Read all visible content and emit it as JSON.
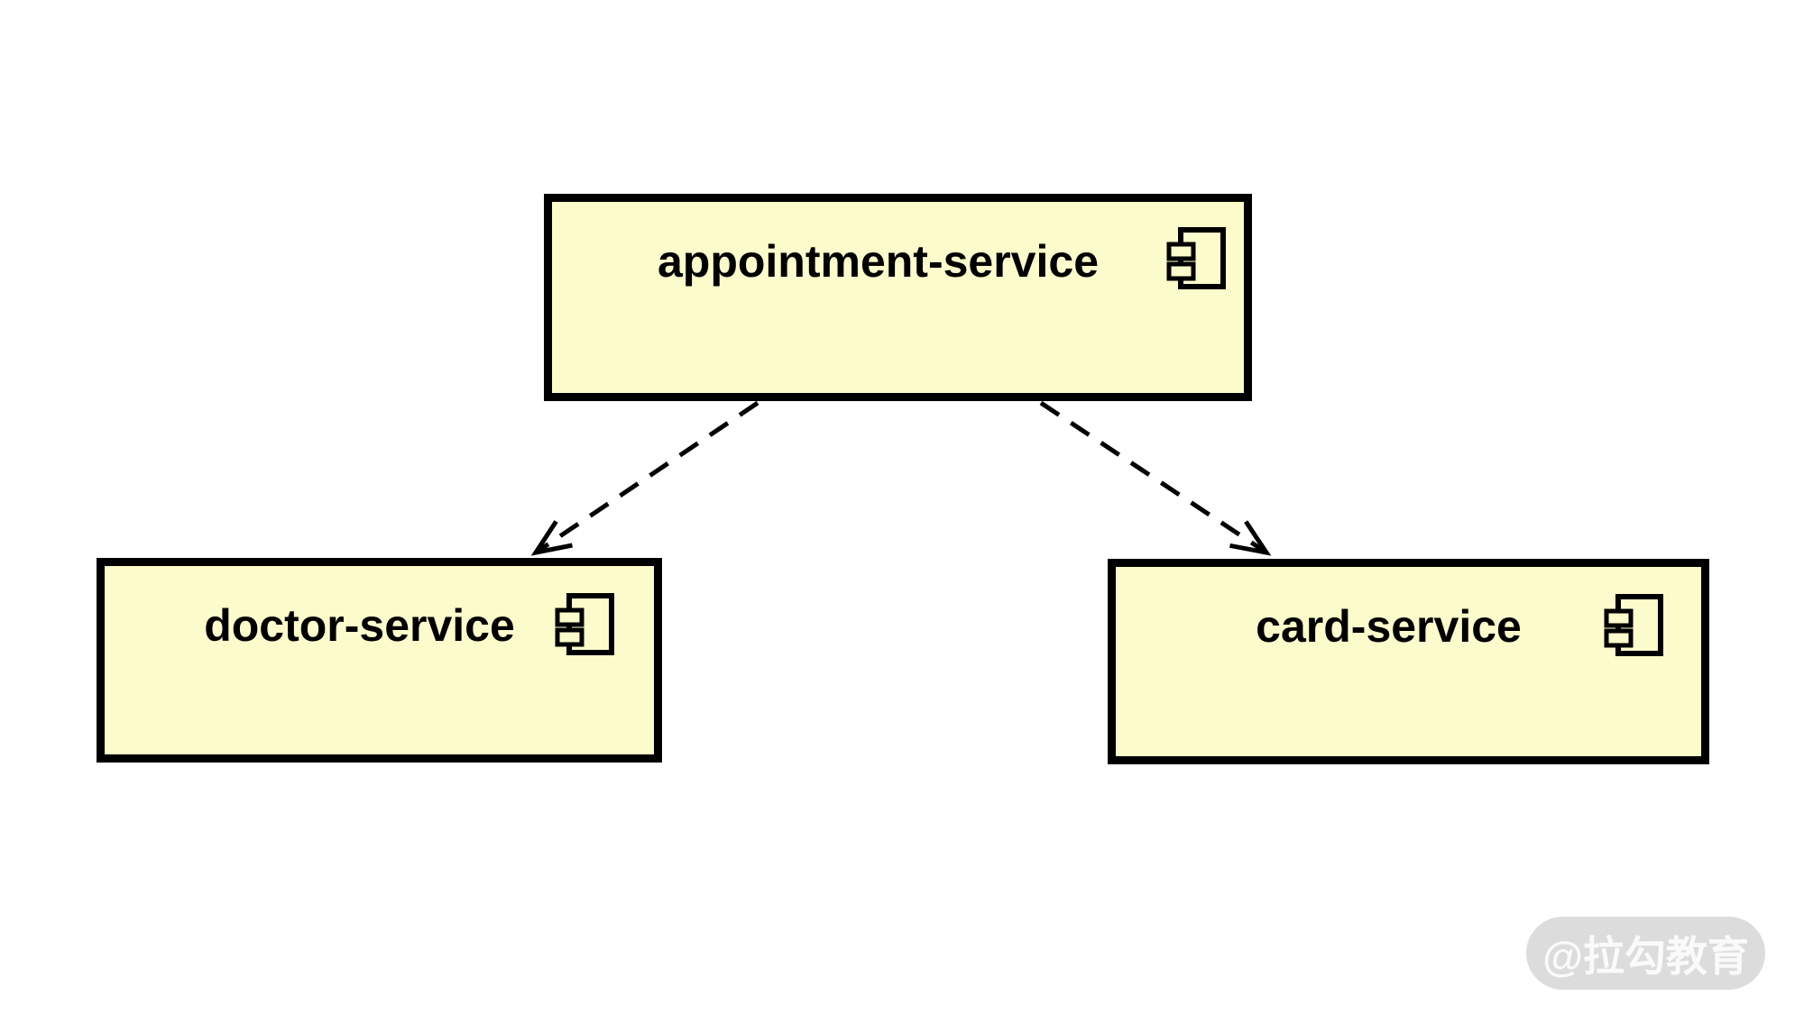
{
  "diagram": {
    "type": "uml-component-diagram",
    "components": [
      {
        "id": "appointment-service",
        "label": "appointment-service"
      },
      {
        "id": "doctor-service",
        "label": "doctor-service"
      },
      {
        "id": "card-service",
        "label": "card-service"
      }
    ],
    "dependencies": [
      {
        "from": "appointment-service",
        "to": "doctor-service",
        "line_style": "dashed",
        "arrowhead": "open"
      },
      {
        "from": "appointment-service",
        "to": "card-service",
        "line_style": "dashed",
        "arrowhead": "open"
      }
    ],
    "colors": {
      "background": "#FFFFFF",
      "component_fill": "#FBFBCB",
      "component_border": "#000000",
      "text": "#000000",
      "edge": "#000000"
    }
  },
  "watermark": {
    "text": "@拉勾教育",
    "background": "#DCDCDC",
    "text_color": "#FAFAFA"
  }
}
